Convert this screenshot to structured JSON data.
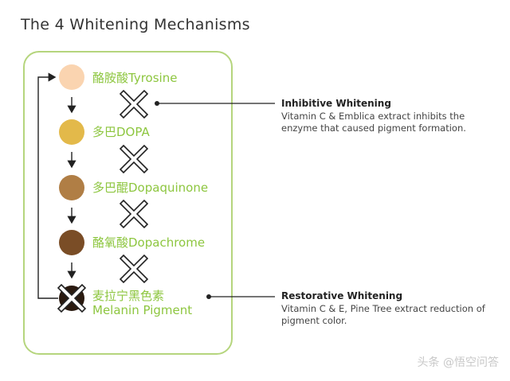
{
  "title": "The 4 Whitening Mechanisms",
  "stages": [
    {
      "label": "酪胺酸Tyrosine",
      "color": "#fad4b0"
    },
    {
      "label": "多巴DOPA",
      "color": "#e3b94a"
    },
    {
      "label": "多巴醌Dopaquinone",
      "color": "#b07e45"
    },
    {
      "label": "酪氧酸Dopachrome",
      "color": "#7a4d26"
    },
    {
      "label": "麦拉宁黑色素",
      "label2": "Melanin Pigment",
      "color": "#2a1a10"
    }
  ],
  "annotations": {
    "inhibitive": {
      "heading": "Inhibitive Whitening",
      "body": "Vitamin C & Emblica extract inhibits the enzyme that caused pigment formation."
    },
    "restorative": {
      "heading": "Restorative Whitening",
      "body": "Vitamin C & E, Pine Tree extract reduction of pigment color."
    }
  },
  "watermark": "头条 @悟空问答",
  "colors": {
    "accent_green": "#8dc63f",
    "panel_border": "#b5d57d",
    "line": "#222222"
  }
}
